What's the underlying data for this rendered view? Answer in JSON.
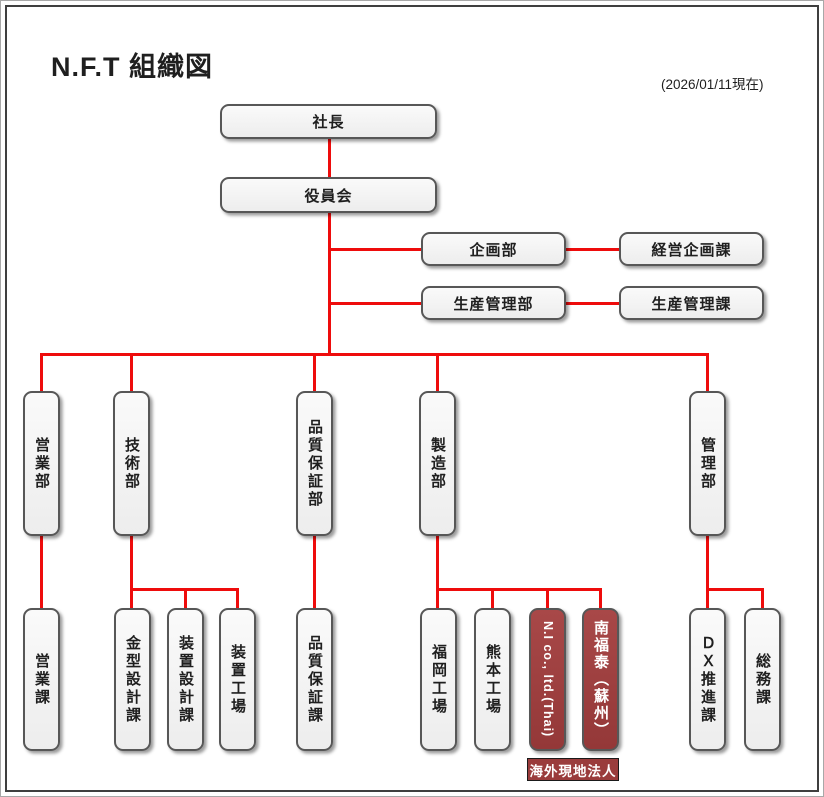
{
  "header": {
    "title": "N.F.T 組織図",
    "date_note": "(2026/01/11現在)"
  },
  "colors": {
    "connector_red": "#ee0c0c",
    "box_fill": "#f0f0f0",
    "box_border": "#575757",
    "overseas_fill": "#9a3c3c",
    "overseas_text": "#ffffff",
    "frame_border": "#3f3f3f"
  },
  "nodes": {
    "president": "社長",
    "board": "役員会",
    "planning_dept": "企画部",
    "corporate_planning_sec": "経営企画課",
    "production_control_dept": "生産管理部",
    "production_control_sec": "生産管理課",
    "sales_dept": "営業部",
    "engineering_dept": "技術部",
    "qa_dept": "品質保証部",
    "manufacturing_dept": "製造部",
    "admin_dept": "管理部",
    "sales_sec": "営業課",
    "mold_design_sec": "金型設計課",
    "equipment_design_sec": "装置設計課",
    "equipment_factory": "装置工場",
    "qa_sec": "品質保証課",
    "fukuoka_factory": "福岡工場",
    "kumamoto_factory": "熊本工場",
    "ni_thai": "N.I co., ltd.(Thai)",
    "nanfutai_suzhou": "南福泰（蘇州）",
    "dx_sec": "ＤＸ推進課",
    "general_affairs_sec": "総務課",
    "overseas_label": "海外現地法人"
  }
}
